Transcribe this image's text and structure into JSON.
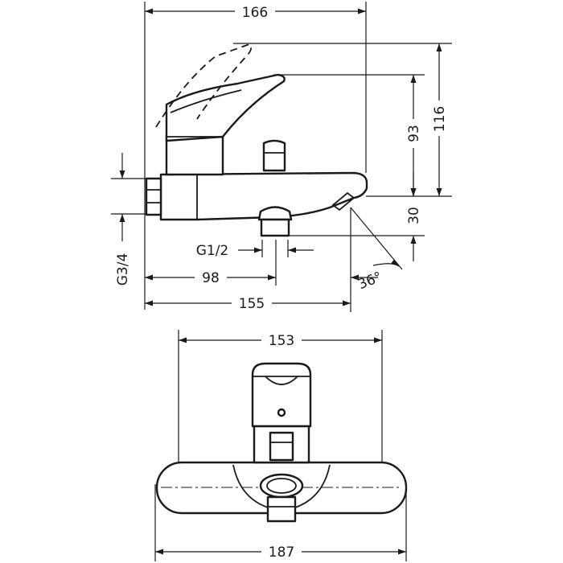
{
  "dimensions": {
    "side_width_top": "166",
    "height_total": "116",
    "height_spout": "93",
    "spout_drop": "30",
    "connection_thread": "G1/2",
    "wall_thread": "G3/4",
    "spout_center_offset": "98",
    "spout_reach": "155",
    "spray_angle": "36°",
    "front_body_width": "153",
    "front_total_width": "187"
  },
  "colors": {
    "ink": "#1a1a1a",
    "background": "#ffffff"
  }
}
